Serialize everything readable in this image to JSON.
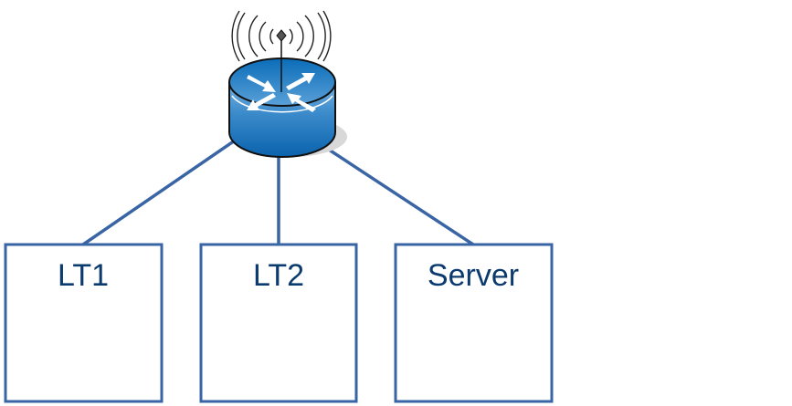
{
  "router": {
    "icon": "wireless-router-icon",
    "color": "#1a78c2"
  },
  "nodes": [
    {
      "label": "LT1"
    },
    {
      "label": "LT2"
    },
    {
      "label": "Server"
    }
  ],
  "colors": {
    "line": "#3a65a5",
    "box_border": "#3a65a5",
    "label": "#0b3b6e"
  }
}
